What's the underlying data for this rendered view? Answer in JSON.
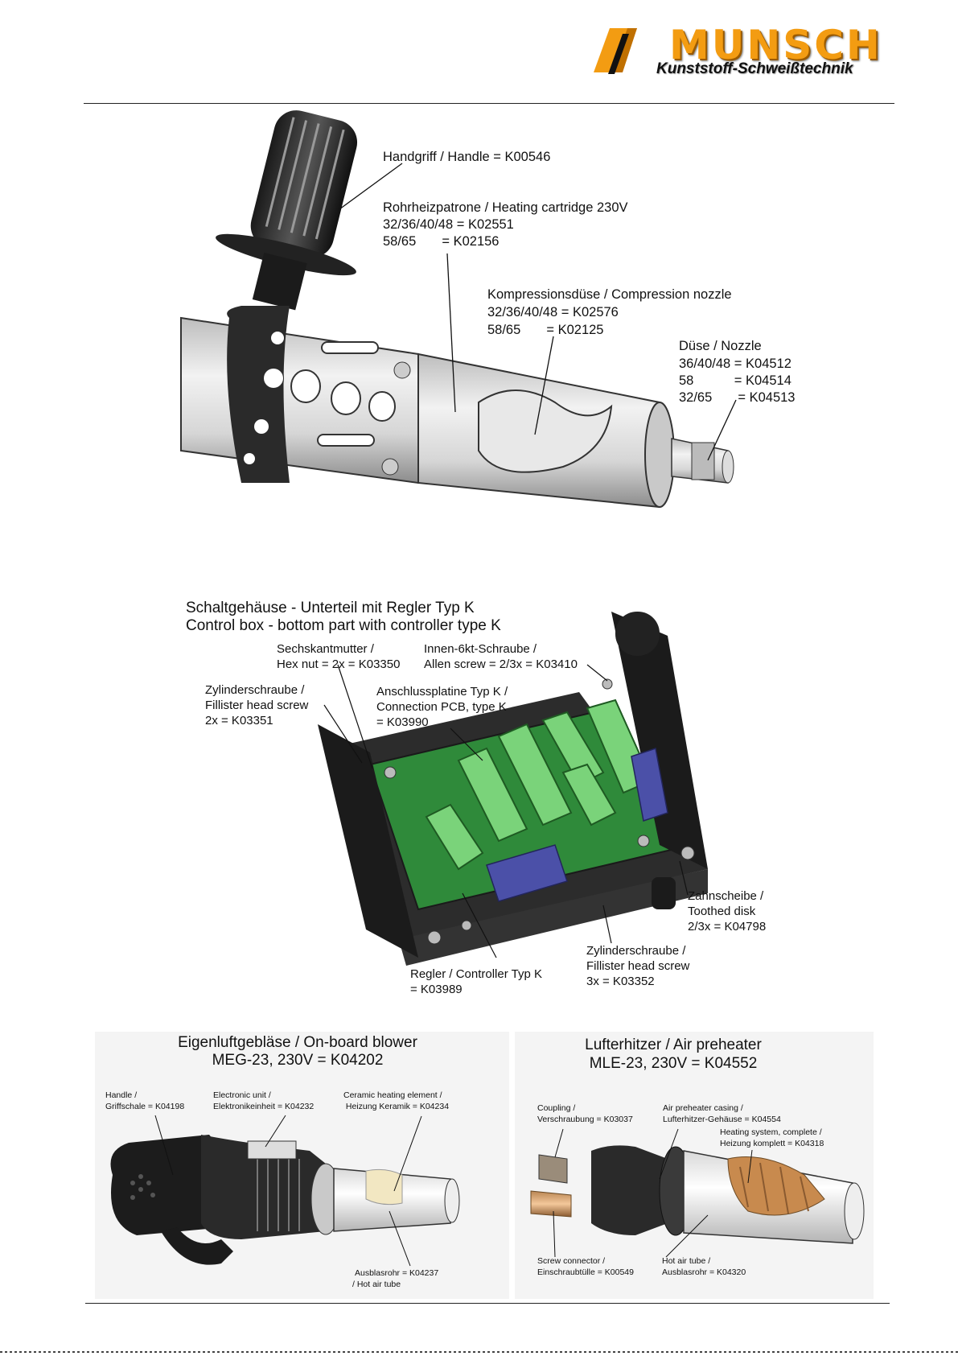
{
  "header": {
    "logo_word": "MUNSCH",
    "logo_sub": "Kunststoff-Schweißtechnik"
  },
  "section1": {
    "handle": "Handgriff / Handle = K00546",
    "cartridge": [
      "Rohrheizpatrone / Heating cartridge 230V",
      "32/36/40/48 = K02551",
      "58/65       = K02156"
    ],
    "compression": [
      "Kompressionsdüse / Compression nozzle",
      "32/36/40/48 = K02576",
      "58/65       = K02125"
    ],
    "nozzle": [
      "Düse / Nozzle",
      "36/40/48 = K04512",
      "58           = K04514",
      "32/65       = K04513"
    ]
  },
  "section2": {
    "title": [
      "Schaltgehäuse - Unterteil mit Regler Typ K",
      "Control box - bottom part with controller type K"
    ],
    "hexnut": [
      "Sechskantmutter /",
      "Hex nut = 2x = K03350"
    ],
    "allen": [
      "Innen-6kt-Schraube /",
      "Allen screw = 2/3x = K03410"
    ],
    "fillister1": [
      "Zylinderschraube /",
      "Fillister head screw",
      "2x = K03351"
    ],
    "pcb": [
      "Anschlussplatine Typ K /",
      "Connection PCB, type K",
      "= K03990"
    ],
    "toothed": [
      "Zahnscheibe /",
      "Toothed disk",
      "2/3x = K04798"
    ],
    "fillister2": [
      "Zylinderschraube /",
      "Fillister head screw",
      "3x = K03352"
    ],
    "controller": [
      "Regler / Controller Typ K",
      "= K03989"
    ]
  },
  "section3": {
    "title": [
      "Eigenluftgebläse / On-board blower",
      "MEG-23, 230V = K04202"
    ],
    "handle": [
      "Handle /",
      "Griffschale = K04198"
    ],
    "electronic": [
      "Electronic unit /",
      "Elektronikeinheit = K04232"
    ],
    "ceramic": [
      "Ceramic heating element /",
      " Heizung Keramik = K04234"
    ],
    "tube": [
      "Ausblasrohr = K04237",
      "/ Hot air tube"
    ]
  },
  "section4": {
    "title": [
      "Lufterhitzer / Air preheater",
      "MLE-23, 230V = K04552"
    ],
    "coupling": [
      "Coupling /",
      "Verschraubung = K03037"
    ],
    "casing": [
      "Air preheater casing /",
      "Lufterhitzer-Gehäuse = K04554"
    ],
    "heating": [
      "Heating system, complete /",
      "Heizung komplett = K04318"
    ],
    "screw": [
      "Screw connector /",
      "Einschraubtülle = K00549"
    ],
    "tube": [
      "Hot air tube /",
      "Ausblasrohr = K04320"
    ]
  }
}
